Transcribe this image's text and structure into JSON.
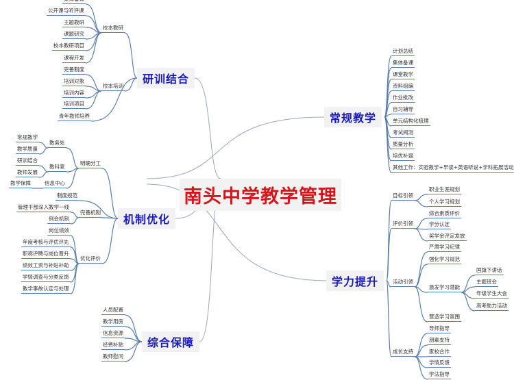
{
  "title": "南头中学教学管理",
  "colors": {
    "title": "#d4151c",
    "topic": "#1a1ab8",
    "line": "#5b7fa8"
  },
  "branches": [
    {
      "label": "研训结合",
      "side": "left",
      "children": [
        {
          "label": "校本教研",
          "children": [
            {
              "label": "集体备课"
            },
            {
              "label": "公开课与听评课"
            },
            {
              "label": "主题教研"
            },
            {
              "label": "课题研究"
            },
            {
              "label": "校本教研项目"
            },
            {
              "label": "课程开发"
            }
          ]
        },
        {
          "label": "校本培训",
          "children": [
            {
              "label": "完善制度"
            },
            {
              "label": "培训对象"
            },
            {
              "label": "培训内容"
            },
            {
              "label": "培训项目"
            }
          ]
        },
        {
          "label": "青年教师培养"
        }
      ]
    },
    {
      "label": "机制优化",
      "side": "left",
      "children": [
        {
          "label": "明确分工",
          "children": [
            {
              "label": "教务处",
              "children": [
                {
                  "label": "常规教学"
                },
                {
                  "label": "教学质量"
                }
              ]
            },
            {
              "label": "教科室",
              "children": [
                {
                  "label": "研训结合"
                },
                {
                  "label": "教师发展"
                }
              ]
            },
            {
              "label": "信息中心",
              "children": [
                {
                  "label": "教学保障"
                }
              ]
            }
          ]
        },
        {
          "label": "制度规范"
        },
        {
          "label": "完善机制",
          "children": [
            {
              "label": "管理干部深入教学一线"
            },
            {
              "label": "例会机制"
            }
          ]
        },
        {
          "label": "优化评价",
          "children": [
            {
              "label": "岗位绩效"
            },
            {
              "label": "年度考核与评优评先"
            },
            {
              "label": "职称评聘与岗位晋升"
            },
            {
              "label": "绩效工资与补贴补助"
            },
            {
              "label": "学情调查与分类反馈"
            },
            {
              "label": "教学事故认定与处理"
            }
          ]
        }
      ]
    },
    {
      "label": "综合保障",
      "side": "left",
      "children": [
        {
          "label": "人员配置"
        },
        {
          "label": "教学用房"
        },
        {
          "label": "信息资源"
        },
        {
          "label": "经费补贴"
        },
        {
          "label": "教师慰问"
        }
      ]
    },
    {
      "label": "常规教学",
      "side": "right",
      "children": [
        {
          "label": "计划总结"
        },
        {
          "label": "集体备课"
        },
        {
          "label": "课堂教学"
        },
        {
          "label": "资料组编"
        },
        {
          "label": "作业批改"
        },
        {
          "label": "自习辅导"
        },
        {
          "label": "单元结构化梳理"
        },
        {
          "label": "考试阅测"
        },
        {
          "label": "质量分析"
        },
        {
          "label": "培优补弱"
        },
        {
          "label": "其他工作：实验教学+早读+英语听说+学科拓展活动"
        }
      ]
    },
    {
      "label": "学力提升",
      "side": "right",
      "children": [
        {
          "label": "目标引领",
          "children": [
            {
              "label": "职业生涯规划"
            },
            {
              "label": "个人学习规划"
            }
          ]
        },
        {
          "label": "评价引领",
          "children": [
            {
              "label": "综合素质评价"
            },
            {
              "label": "学分认定"
            },
            {
              "label": "奖学金评定发放"
            }
          ]
        },
        {
          "label": "活动引领",
          "children": [
            {
              "label": "严肃学习纪律"
            },
            {
              "label": "强化学习规范"
            },
            {
              "label": "激发学习潜能",
              "children": [
                {
                  "label": "国旗下讲话"
                },
                {
                  "label": "主题班会"
                },
                {
                  "label": "年级学生大会"
                },
                {
                  "label": "高考助力活动"
                }
              ]
            },
            {
              "label": "营造学习氛围"
            }
          ]
        },
        {
          "label": "成长支持",
          "children": [
            {
              "label": "导师指导"
            },
            {
              "label": "朋辈支持"
            },
            {
              "label": "家校合作"
            },
            {
              "label": "学情反馈"
            },
            {
              "label": "学法指导"
            }
          ]
        }
      ]
    }
  ]
}
